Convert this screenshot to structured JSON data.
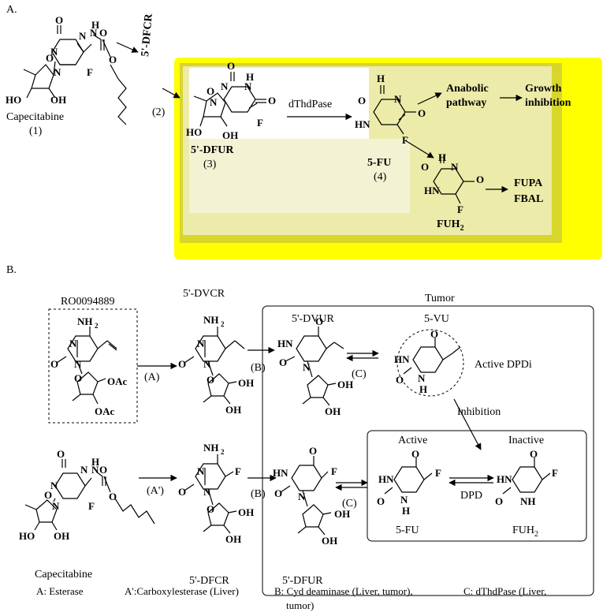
{
  "panels": {
    "a": "A.",
    "b": "B."
  },
  "pathway_a": {
    "capecitabine": "Capecitabine",
    "capecitabine_num": "(1)",
    "dfcr": "5'-DFCR",
    "step2": "(2)",
    "enzyme": "dThdPase",
    "dfur": "5'-DFUR",
    "dfur_num": "(3)",
    "fu": "5-FU",
    "fu_num": "(4)",
    "anabolic_1": "Anabolic",
    "anabolic_2": "pathway",
    "growth_1": "Growth",
    "growth_2": "inhibition",
    "fuh2": "FUH",
    "fuh2_sub": "2",
    "fupa": "FUPA",
    "fbal": "FBAL"
  },
  "pathway_b": {
    "ro": "RO0094889",
    "dvcr": "5'-DVCR",
    "tumor": "Tumor",
    "dvur": "5'-DVUR",
    "vu": "5-VU",
    "active_dpdi": "Active DPDi",
    "inhibition": "Inhibition",
    "active": "Active",
    "inactive": "Inactive",
    "dpd": "DPD",
    "fu": "5-FU",
    "fuh2": "FUH",
    "fuh2_sub": "2",
    "capecitabine": "Capecitabine",
    "dfcr": "5'-DFCR",
    "dfur": "5'-DFUR",
    "step_a": "(A)",
    "step_a_prime": "(A')",
    "step_b": "(B)",
    "step_c": "(C)"
  },
  "atoms": {
    "O": "O",
    "N": "N",
    "H": "H",
    "F": "F",
    "HN": "HN",
    "HO": "HO",
    "OH": "OH",
    "NH": "NH",
    "NH2": "NH",
    "sub2": "2",
    "OAc": "OAc"
  },
  "footnote": {
    "a": "A: Esterase",
    "a_prime": "A':Carboxylesterase (Liver)",
    "b": "B: Cyd deaminase (Liver, tumor),",
    "c": "C: dThdPase (Liver,",
    "wrap": "tumor)"
  },
  "colors": {
    "highlight_outer": "#ffff00",
    "highlight_inner": "#d8d62a",
    "panel_white": "#ffffff"
  }
}
